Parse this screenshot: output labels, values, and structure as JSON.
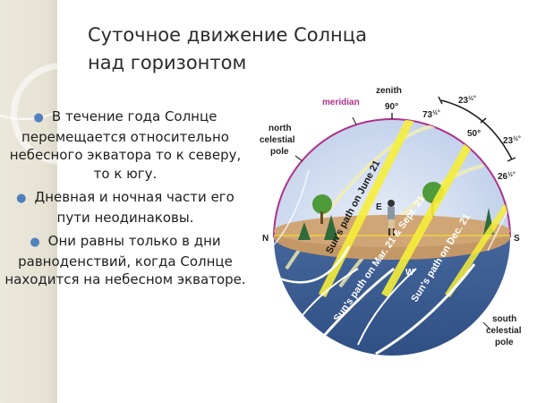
{
  "slide": {
    "title_line1": "Суточное движение Солнца",
    "title_line2": "над горизонтом",
    "bullets": [
      {
        "text": "В течение года Солнце перемещается относительно небесного экватора то к северу, то к югу."
      },
      {
        "text": "Дневная и ночная части его пути неодинаковы."
      },
      {
        "text": "Они равны только в дни равноденствий, когда Солнце находится на небесном экваторе."
      }
    ],
    "bullet_color": "#4f81bd"
  },
  "diagram": {
    "labels": {
      "zenith": "zenith",
      "meridian": "meridian",
      "north_pole_1": "north",
      "north_pole_2": "celestial",
      "north_pole_3": "pole",
      "south_pole_1": "south",
      "south_pole_2": "celestial",
      "south_pole_3": "pole",
      "north": "N",
      "south": "S",
      "east": "E",
      "west": "W",
      "angle_90": "90°",
      "angle_73": "73",
      "angle_50": "50°",
      "angle_26": "26",
      "angle_23a": "23",
      "angle_23b": "23",
      "half": "½",
      "path_june": "Sun's path on June 21",
      "path_equinox": "Sun's path on Mar. 21 & Sept. 21",
      "path_dec": "Sun's path on Dec. 21"
    },
    "colors": {
      "sky": "#cfdcf0",
      "ground": "#c69a6a",
      "below": "#3f5f93",
      "meridian": "#b0308a",
      "sunpath": "#f5ee3a"
    }
  }
}
